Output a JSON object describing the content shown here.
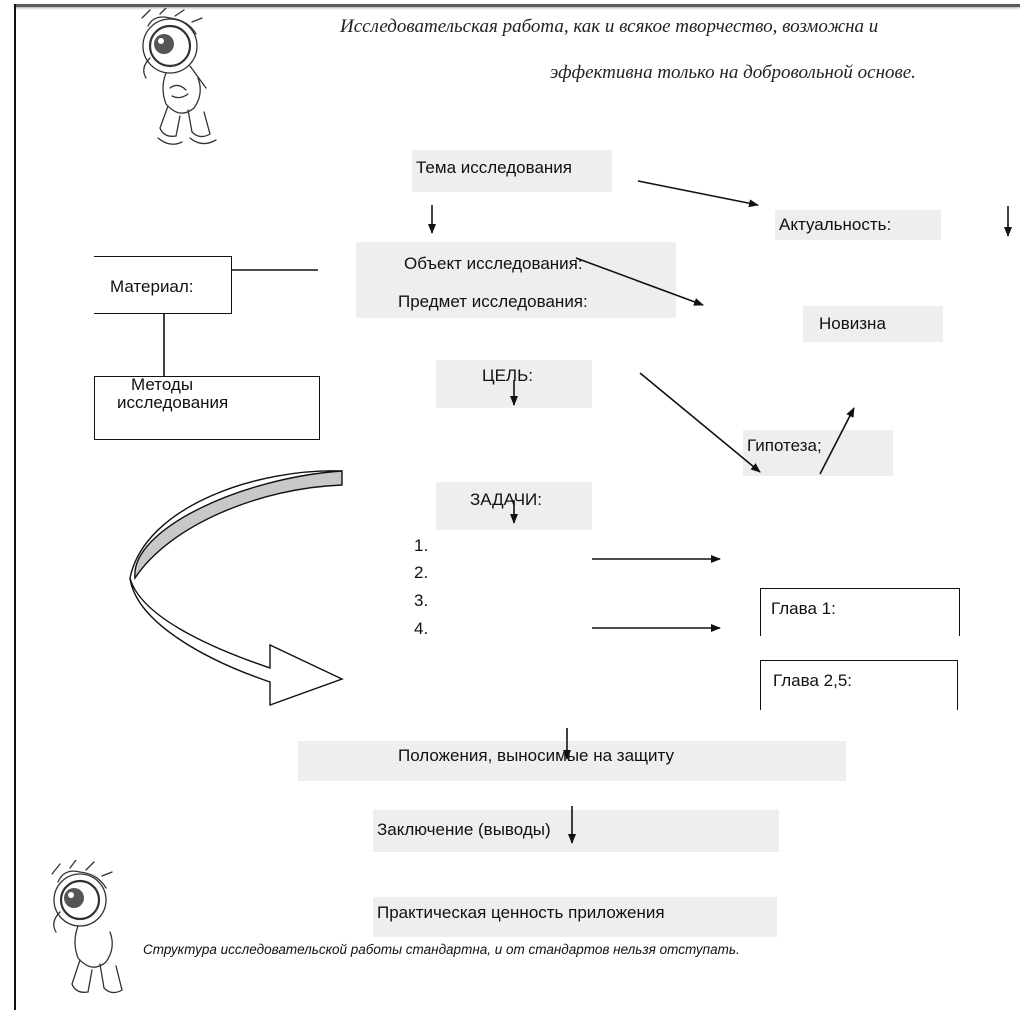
{
  "quotes": {
    "top_line1": "Исследовательская работа, как и всякое творчество, возможна и",
    "top_line2": "эффективна только на добровольной основе.",
    "bottom": "Структура исследовательской работы стандартна, и от стандартов нельзя отступать."
  },
  "nodes": {
    "topic": "Тема исследования",
    "relevance": "Актуальность:",
    "object": "Объект исследования:",
    "subject": "Предмет исследования:",
    "material": "Материал:",
    "novelty": "Новизна",
    "methods_line1": "Методы",
    "methods_line2": "исследования",
    "goal": "ЦЕЛЬ:",
    "hypothesis": "Гипотеза;",
    "tasks": "ЗАДАЧИ:",
    "task_numbers": [
      "1.",
      "2.",
      "3.",
      "4."
    ],
    "chapter1": "Глава 1:",
    "chapter2": "Глава 2,5:",
    "defense": "Положения, выносимые на защиту",
    "conclusion": "Заключение (выводы)",
    "practical": "Практическая ценность приложения"
  },
  "colors": {
    "box_fill": "#eeeeee",
    "curved_arrow_fill": "#c8c8c8",
    "line": "#111111"
  }
}
